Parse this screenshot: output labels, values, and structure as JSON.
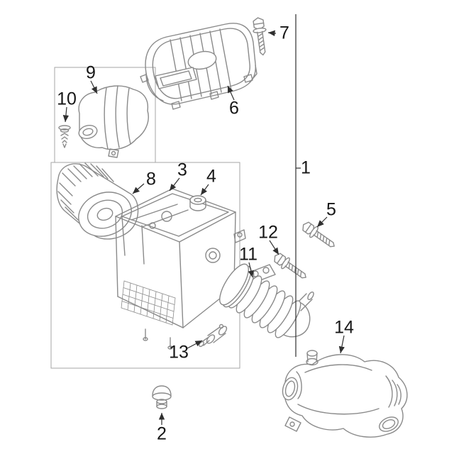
{
  "diagram": {
    "kind": "exploded-parts-diagram",
    "background_color": "#ffffff",
    "line_color": "#8a8a8a",
    "leader_color": "#2f2f2f",
    "label_color": "#161616",
    "callouts": [
      {
        "label": "1"
      },
      {
        "label": "2"
      },
      {
        "label": "3"
      },
      {
        "label": "4"
      },
      {
        "label": "5"
      },
      {
        "label": "6"
      },
      {
        "label": "7"
      },
      {
        "label": "8"
      },
      {
        "label": "9"
      },
      {
        "label": "10"
      },
      {
        "label": "11"
      },
      {
        "label": "12"
      },
      {
        "label": "13"
      },
      {
        "label": "14"
      }
    ]
  }
}
